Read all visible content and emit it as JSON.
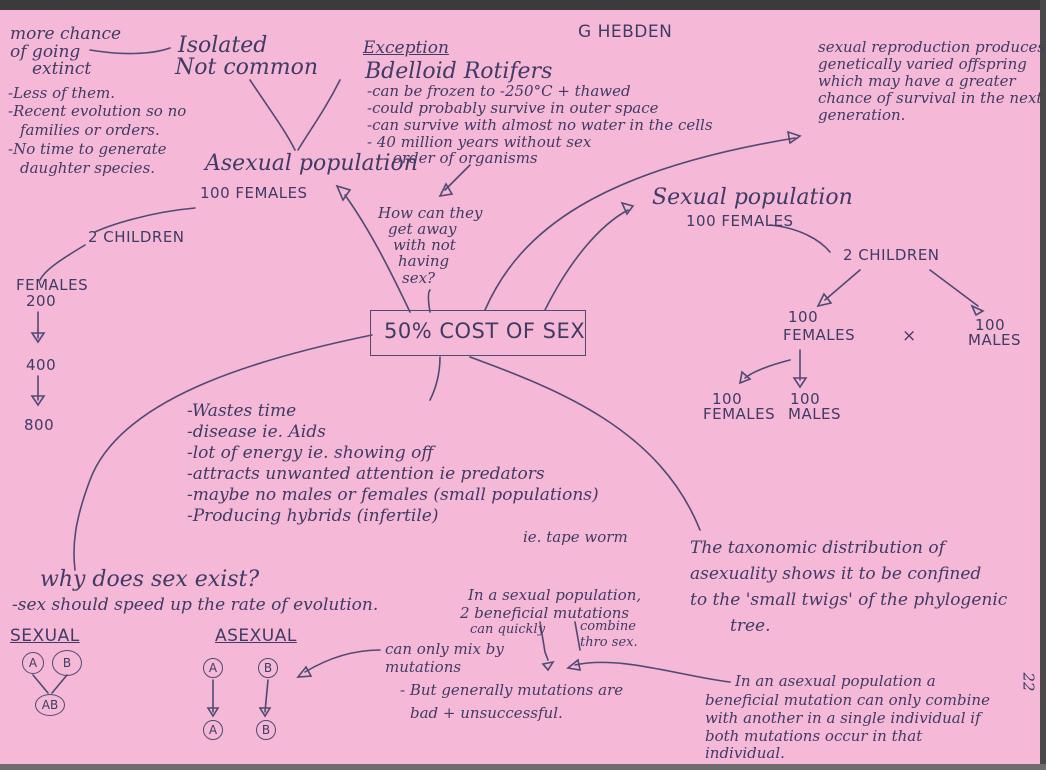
{
  "author": "G HEBDEN",
  "center": "50% COST OF SEX",
  "top_left": {
    "more_chance": [
      "more chance",
      "of going",
      "extinct"
    ],
    "isolated": [
      "Isolated",
      "Not common"
    ],
    "extinct_reasons": [
      "-Less of them.",
      "-Recent evolution so no",
      "families or orders.",
      "-No time to generate",
      "daughter species."
    ]
  },
  "exception": {
    "heading": "Exception",
    "name": "Bdelloid Rotifers",
    "points": [
      "-can be frozen to -250°C + thawed",
      "-could probably survive in outer space",
      "-can survive with almost no water in the cells",
      "- 40 million years without sex",
      "- order of organisms"
    ]
  },
  "asexual_population": {
    "title": "Asexual population",
    "females": "100 FEMALES",
    "children": "2 CHILDREN",
    "females_200": "FEMALES",
    "n200": "200",
    "n400": "400",
    "n800": "800"
  },
  "question": [
    "How can they",
    "get away",
    "with not",
    "having",
    "sex?"
  ],
  "sexual_benefit": [
    "sexual reproduction produces",
    "genetically varied offspring",
    "which may have a greater",
    "chance of survival in the next",
    "generation."
  ],
  "sexual_population": {
    "title": "Sexual population",
    "females": "100 FEMALES",
    "children": "2 CHILDREN",
    "females_100": "100",
    "females_label": "FEMALES",
    "cross": "×",
    "males_100": "100",
    "males_label": "MALES",
    "f2_100": "100",
    "f2_label": "FEMALES",
    "m2_100": "100",
    "m2_label": "MALES"
  },
  "costs": [
    "-Wastes time",
    "-disease ie. Aids",
    "-lot of energy ie. showing off",
    "-attracts unwanted attention ie predators",
    "-maybe no males or females (small populations)",
    "-Producing hybrids (infertile)"
  ],
  "tapeworm": "ie. tape worm",
  "taxonomic": [
    "The taxonomic distribution of",
    "asexuality shows it to be confined",
    "to the 'small twigs' of the phylogenic",
    "tree."
  ],
  "why": {
    "question": "why does sex exist?",
    "answer": "-sex should speed up the rate of evolution."
  },
  "sexual_label": "SEXUAL",
  "asexual_label": "ASEXUAL",
  "alleles": {
    "a": "A",
    "b": "B",
    "ab": "AB"
  },
  "sexual_combine": [
    "In a sexual population,",
    "2 beneficial mutations",
    "can quickly",
    "combine",
    "thro sex."
  ],
  "asexual_mix": [
    "can only mix by",
    "mutations",
    "- But generally mutations are",
    "bad + unsuccessful."
  ],
  "asexual_combine": [
    "In an asexual population a",
    "beneficial mutation can only combine",
    "with another in a single individual if",
    "both mutations occur in that",
    "individual."
  ],
  "page_no": "22"
}
